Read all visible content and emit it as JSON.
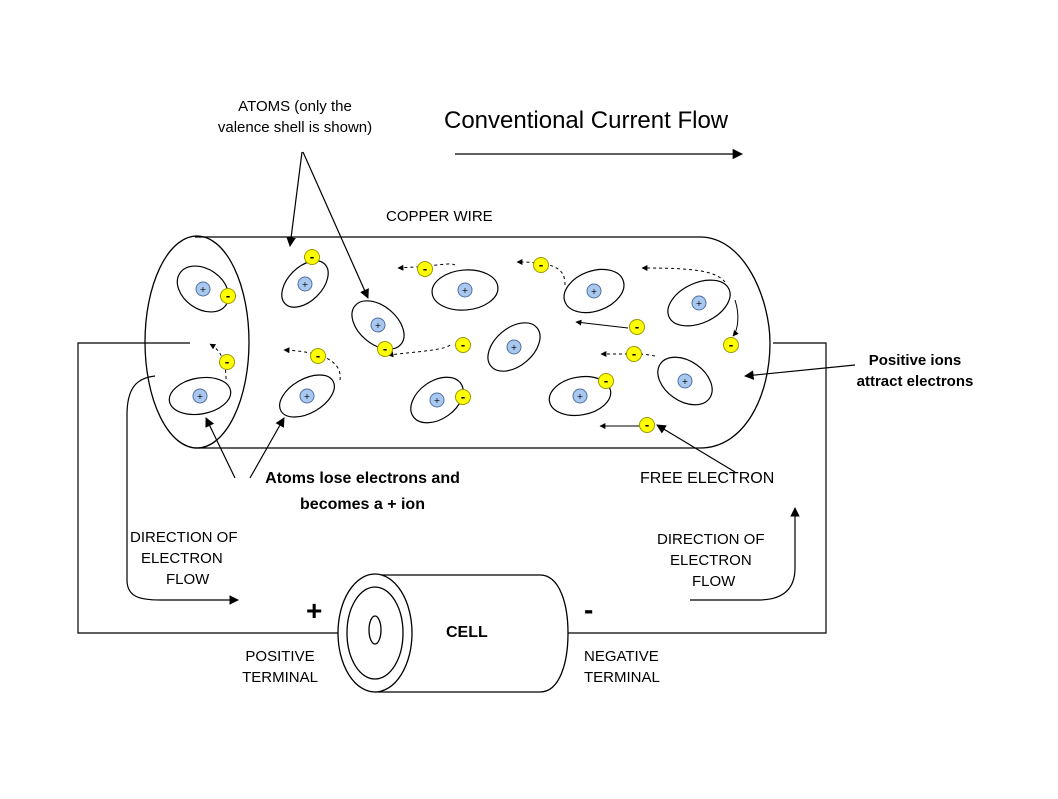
{
  "title": "Conventional Current Flow",
  "labels": {
    "atoms_line1": "ATOMS (only the",
    "atoms_line2": "valence shell is shown)",
    "copper_wire": "COPPER WIRE",
    "positive_ions_line1": "Positive ions",
    "positive_ions_line2": "attract electrons",
    "atoms_lose_line1": "Atoms lose electrons and",
    "atoms_lose_line2": "becomes a + ion",
    "free_electron": "FREE ELECTRON",
    "dir_left_1": "DIRECTION OF",
    "dir_left_2": "ELECTRON",
    "dir_left_3": "FLOW",
    "dir_right_1": "DIRECTION OF",
    "dir_right_2": "ELECTRON",
    "dir_right_3": "FLOW",
    "plus": "+",
    "minus": "-",
    "cell": "CELL",
    "positive_1": "POSITIVE",
    "positive_2": "TERMINAL",
    "negative_1": "NEGATIVE",
    "negative_2": "TERMINAL"
  },
  "symbols": {
    "electron": "-",
    "nucleus": "+"
  },
  "colors": {
    "electron_fill": "#ffff00",
    "electron_stroke": "#999900",
    "nucleus_fill": "#a8c8f0",
    "nucleus_stroke": "#5070a0",
    "line": "#000000"
  }
}
